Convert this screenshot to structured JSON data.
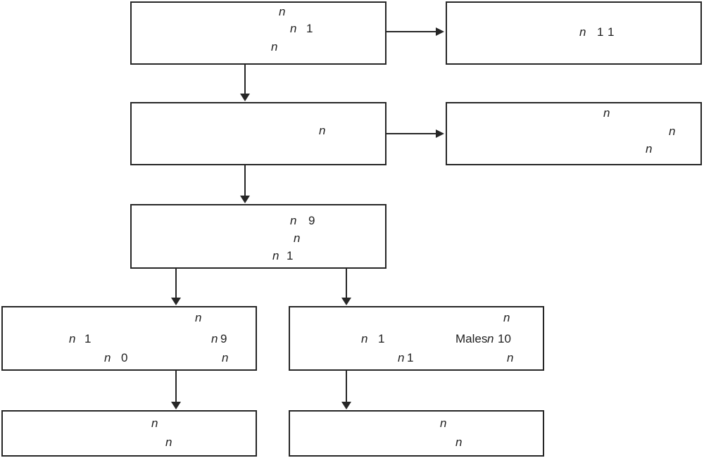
{
  "colors": {
    "background": "#ffffff",
    "line": "#262626",
    "text": "#1f1f1f"
  },
  "boxes": {
    "b1": {
      "l1": [
        "n"
      ],
      "l2": [
        "n",
        "1"
      ],
      "l3": [
        "n"
      ]
    },
    "b2": {
      "l1": [
        "n",
        "1",
        "1"
      ]
    },
    "b3": {
      "l1": [
        "n"
      ]
    },
    "b4": {
      "l1": [
        "n"
      ],
      "l2": [
        "n"
      ],
      "l3": [
        "n"
      ]
    },
    "b5": {
      "l1": [
        "n",
        "9"
      ],
      "l2": [
        "n"
      ],
      "l3": [
        "n",
        "1"
      ]
    },
    "b6": {
      "l1": [
        "n"
      ],
      "l2": [
        "n",
        "1",
        "n",
        "9"
      ],
      "l3": [
        "n",
        "0",
        "n"
      ]
    },
    "b7": {
      "l1": [
        "n"
      ],
      "l2": [
        "n",
        "1",
        "Males",
        "n",
        "10"
      ],
      "l3": [
        "n",
        "1",
        "n"
      ]
    },
    "b8": {
      "l1": [
        "n"
      ],
      "l2": [
        "n"
      ]
    },
    "b9": {
      "l1": [
        "n"
      ],
      "l2": [
        "n"
      ]
    }
  }
}
